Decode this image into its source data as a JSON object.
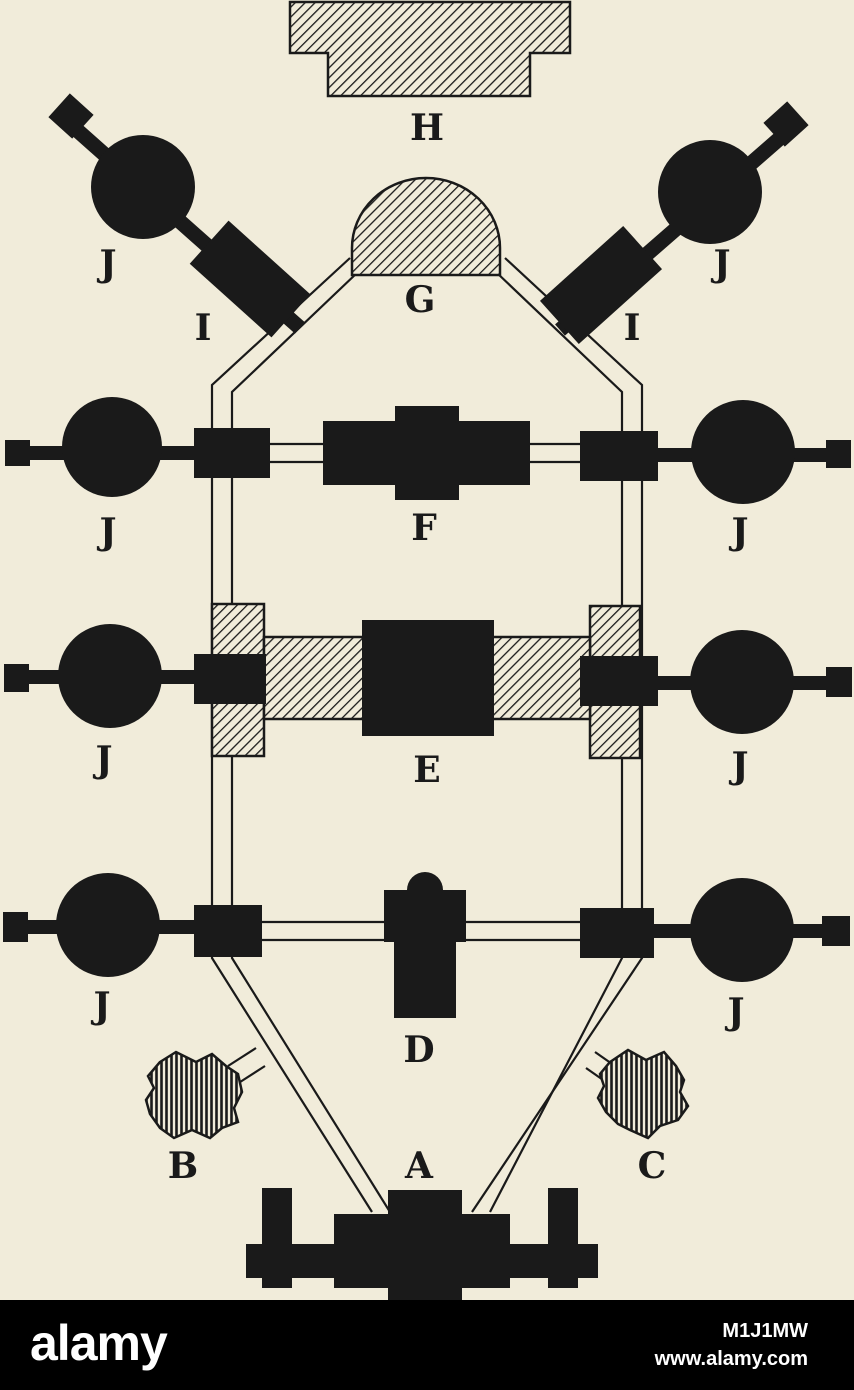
{
  "labels": {
    "H": "H",
    "G": "G",
    "F": "F",
    "E": "E",
    "D": "D",
    "A": "A",
    "B": "B",
    "C": "C",
    "I_left": "I",
    "I_right": "I",
    "J_tl": "J",
    "J_tr": "J",
    "J_r1_l": "J",
    "J_r1_r": "J",
    "J_r2_l": "J",
    "J_r2_r": "J",
    "J_r3_l": "J",
    "J_r3_r": "J"
  },
  "watermark": {
    "logo_text": "alamy",
    "image_id": "M1J1MW",
    "site": "www.alamy.com"
  },
  "colors": {
    "paper": "#f1ecda",
    "ink": "#1a1a1a",
    "footer": "#000000",
    "footer_text": "#ffffff"
  }
}
